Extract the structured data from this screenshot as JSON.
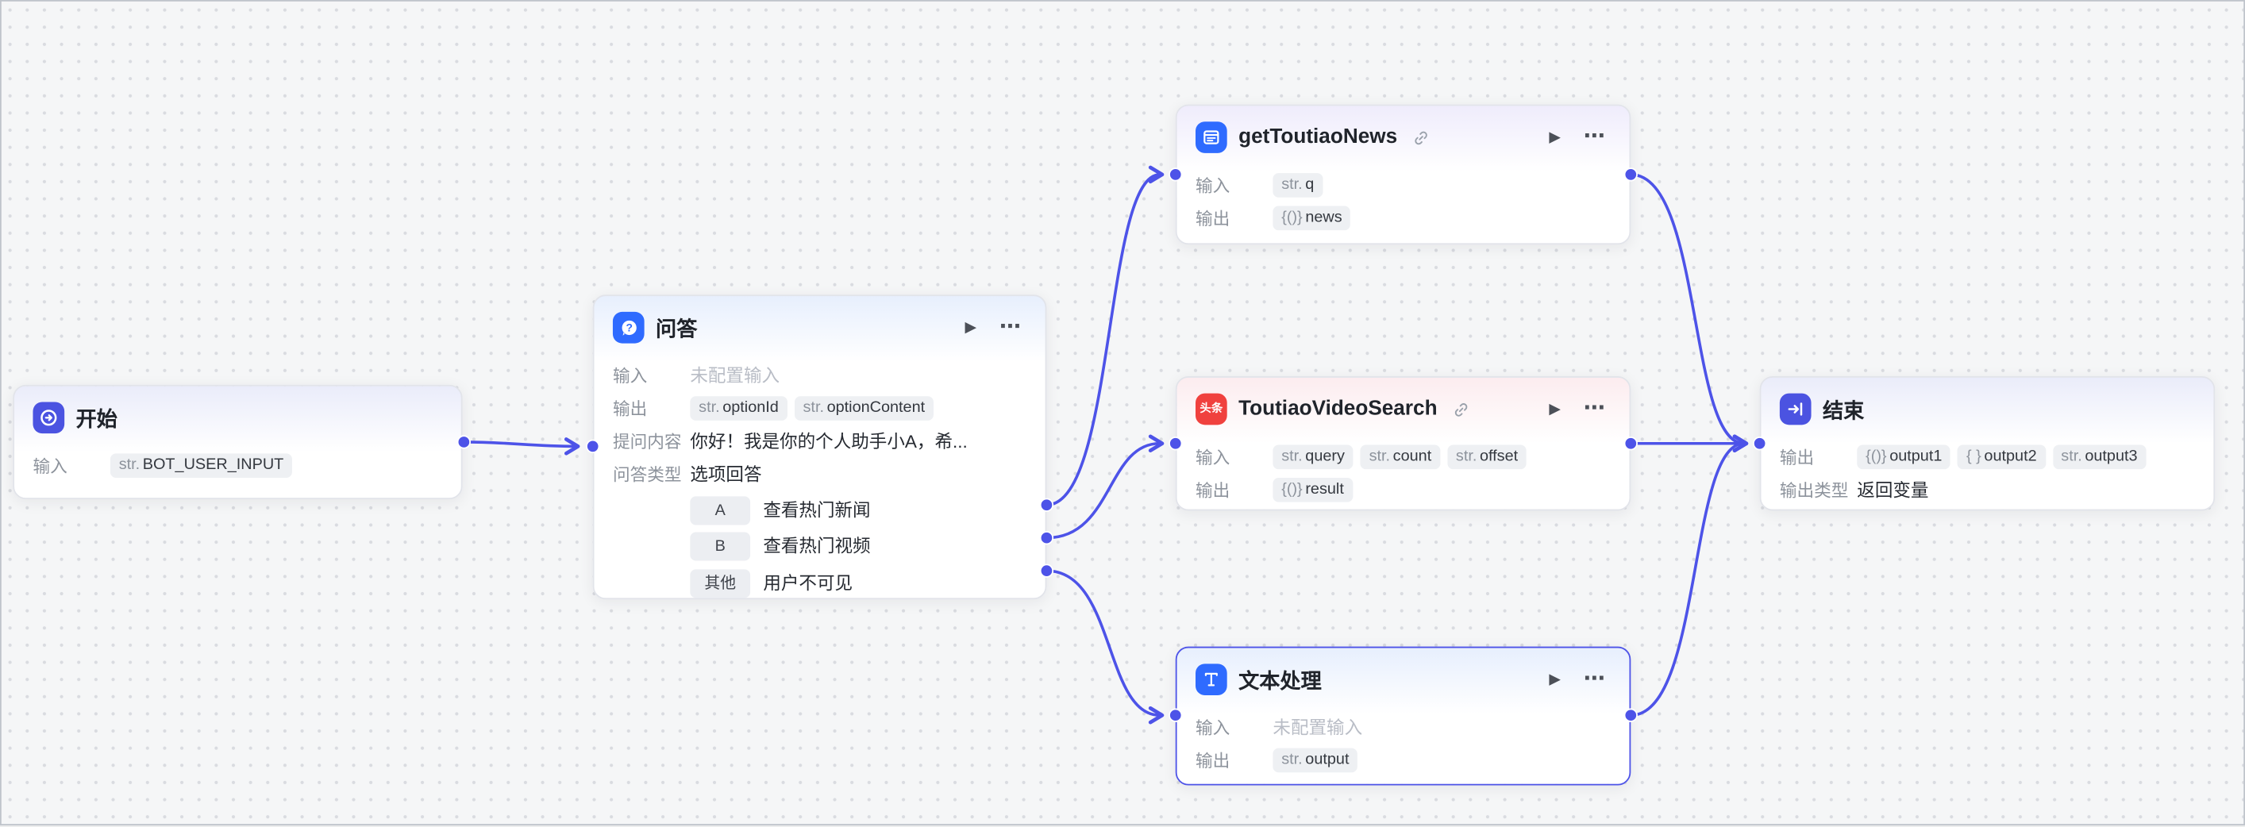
{
  "canvas": {
    "edge_color": "#4d53e8",
    "accent": "#4b53e1",
    "plugin_blue": "#2f6bff",
    "toutiao_red": "#f0413e"
  },
  "icons": {
    "play": "▶",
    "more": "⋯"
  },
  "nodes": {
    "start": {
      "title": "开始",
      "rows": [
        {
          "label": "输入",
          "chips": [
            {
              "type": "str.",
              "name": "BOT_USER_INPUT"
            }
          ]
        }
      ]
    },
    "qa": {
      "title": "问答",
      "rows": [
        {
          "label": "输入",
          "muted": "未配置输入"
        },
        {
          "label": "输出",
          "chips": [
            {
              "type": "str.",
              "name": "optionId"
            },
            {
              "type": "str.",
              "name": "optionContent"
            }
          ]
        },
        {
          "label": "提问内容",
          "text": "你好！我是你的个人助手小A，希..."
        },
        {
          "label": "问答类型",
          "text": "选项回答"
        }
      ],
      "options": [
        {
          "badge": "A",
          "text": "查看热门新闻"
        },
        {
          "badge": "B",
          "text": "查看热门视频"
        },
        {
          "badge": "其他",
          "text": "用户不可见"
        }
      ]
    },
    "news": {
      "title": "getToutiaoNews",
      "rows": [
        {
          "label": "输入",
          "chips": [
            {
              "type": "str.",
              "name": "q"
            }
          ]
        },
        {
          "label": "输出",
          "chips": [
            {
              "type": "{()}",
              "name": "news"
            }
          ]
        }
      ]
    },
    "video": {
      "title": "ToutiaoVideoSearch",
      "icon_text": "头条",
      "rows": [
        {
          "label": "输入",
          "chips": [
            {
              "type": "str.",
              "name": "query"
            },
            {
              "type": "str.",
              "name": "count"
            },
            {
              "type": "str.",
              "name": "offset"
            }
          ]
        },
        {
          "label": "输出",
          "chips": [
            {
              "type": "{()}",
              "name": "result"
            }
          ]
        }
      ]
    },
    "text": {
      "title": "文本处理",
      "rows": [
        {
          "label": "输入",
          "muted": "未配置输入"
        },
        {
          "label": "输出",
          "chips": [
            {
              "type": "str.",
              "name": "output"
            }
          ]
        }
      ]
    },
    "end": {
      "title": "结束",
      "rows": [
        {
          "label": "输出",
          "chips": [
            {
              "type": "{()}",
              "name": "output1"
            },
            {
              "type": "{ }",
              "name": "output2"
            },
            {
              "type": "str.",
              "name": "output3"
            }
          ]
        },
        {
          "label": "输出类型",
          "text": "返回变量"
        }
      ]
    }
  }
}
